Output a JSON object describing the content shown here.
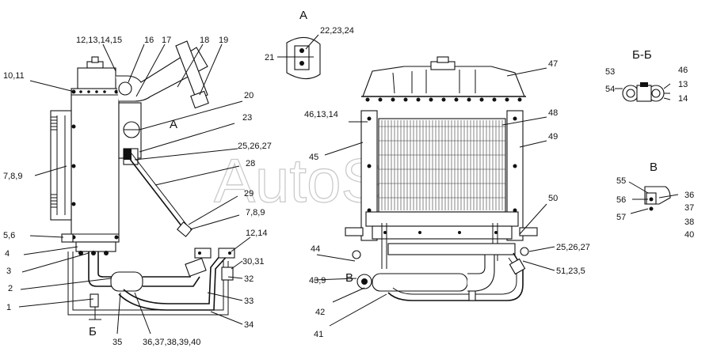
{
  "labels": {
    "l_10_11": "10,11",
    "l_12_15": "12,13,14,15",
    "l_16": "16",
    "l_17": "17",
    "l_18": "18",
    "l_19": "19",
    "l_20": "20",
    "l_23": "23",
    "l_25_27a": "25,26,27",
    "l_28": "28",
    "l_29": "29",
    "l_7_9a": "7,8,9",
    "l_7_9b": "7,8,9",
    "l_5_6": "5,6",
    "l_4": "4",
    "l_3": "3",
    "l_2": "2",
    "l_1": "1",
    "l_35": "35",
    "l_36_40": "36,37,38,39,40",
    "l_34": "34",
    "l_33": "33",
    "l_32": "32",
    "l_30_31": "30,31",
    "l_12_14": "12,14",
    "l_b_cyr": "Б",
    "l_A_main": "A",
    "l_A_view": "A",
    "l_22_24": "22,23,24",
    "l_21": "21",
    "l_47": "47",
    "l_46_13_14": "46,13,14",
    "l_48": "48",
    "l_49": "49",
    "l_45": "45",
    "l_50": "50",
    "l_44": "44",
    "l_43_9": "43,9",
    "l_B_lat": "B",
    "l_42": "42",
    "l_41": "41",
    "l_25_27b": "25,26,27",
    "l_51_23_5": "51,23,5",
    "l_bb_title": "Б-Б",
    "l_53": "53",
    "l_54": "54",
    "l_46": "46",
    "l_13": "13",
    "l_14": "14",
    "l_B_view": "B",
    "l_55": "55",
    "l_56": "56",
    "l_57": "57",
    "l_36": "36",
    "l_37": "37",
    "l_38": "38",
    "l_40": "40"
  },
  "watermark": "AutoSoft"
}
